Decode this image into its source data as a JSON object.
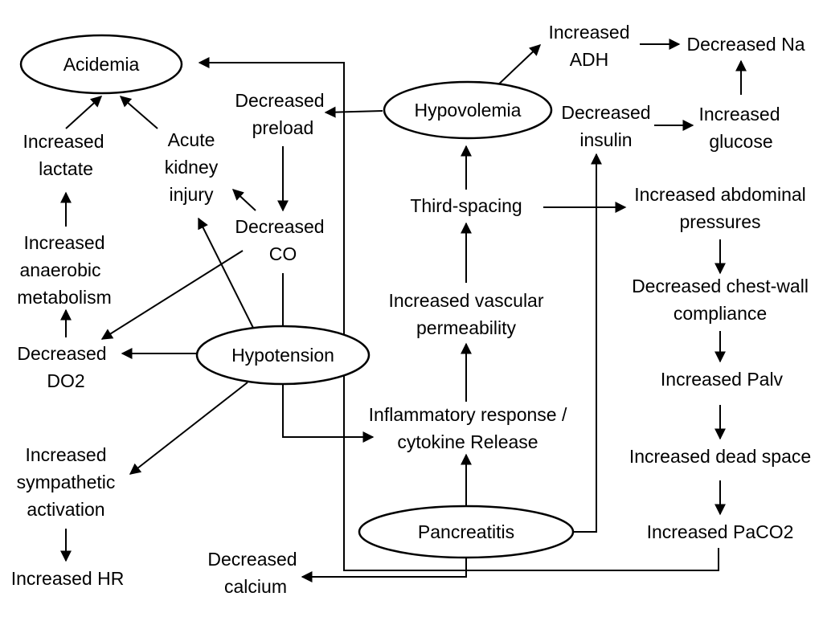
{
  "diagram": {
    "ellipses": {
      "acidemia": "Acidemia",
      "hypovolemia": "Hypovolemia",
      "hypotension": "Hypotension",
      "pancreatitis": "Pancreatitis"
    },
    "nodes": {
      "increased_adh": [
        "Increased",
        "ADH"
      ],
      "decreased_na": [
        "Decreased Na"
      ],
      "decreased_preload": [
        "Decreased",
        "preload"
      ],
      "decreased_insulin": [
        "Decreased",
        "insulin"
      ],
      "increased_glucose": [
        "Increased",
        "glucose"
      ],
      "increased_lactate": [
        "Increased",
        "lactate"
      ],
      "acute_kidney_injury": [
        "Acute",
        "kidney",
        "injury"
      ],
      "third_spacing": [
        "Third-spacing"
      ],
      "increased_abdominal_pressures": [
        "Increased abdominal",
        "pressures"
      ],
      "decreased_co": [
        "Decreased",
        "CO"
      ],
      "increased_anaerobic_metabolism": [
        "Increased",
        "anaerobic",
        "metabolism"
      ],
      "decreased_chest_wall_compliance": [
        "Decreased chest-wall",
        "compliance"
      ],
      "increased_vascular_permeability": [
        "Increased vascular",
        "permeability"
      ],
      "decreased_do2": [
        "Decreased",
        "DO2"
      ],
      "increased_palv": [
        "Increased Palv"
      ],
      "inflammatory_response": [
        "Inflammatory response /",
        "cytokine Release"
      ],
      "increased_dead_space": [
        "Increased dead space"
      ],
      "increased_sympathetic_activation": [
        "Increased",
        "sympathetic",
        "activation"
      ],
      "increased_paco2": [
        "Increased PaCO2"
      ],
      "increased_hr": [
        "Increased HR"
      ],
      "decreased_calcium": [
        "Decreased",
        "calcium"
      ]
    }
  }
}
